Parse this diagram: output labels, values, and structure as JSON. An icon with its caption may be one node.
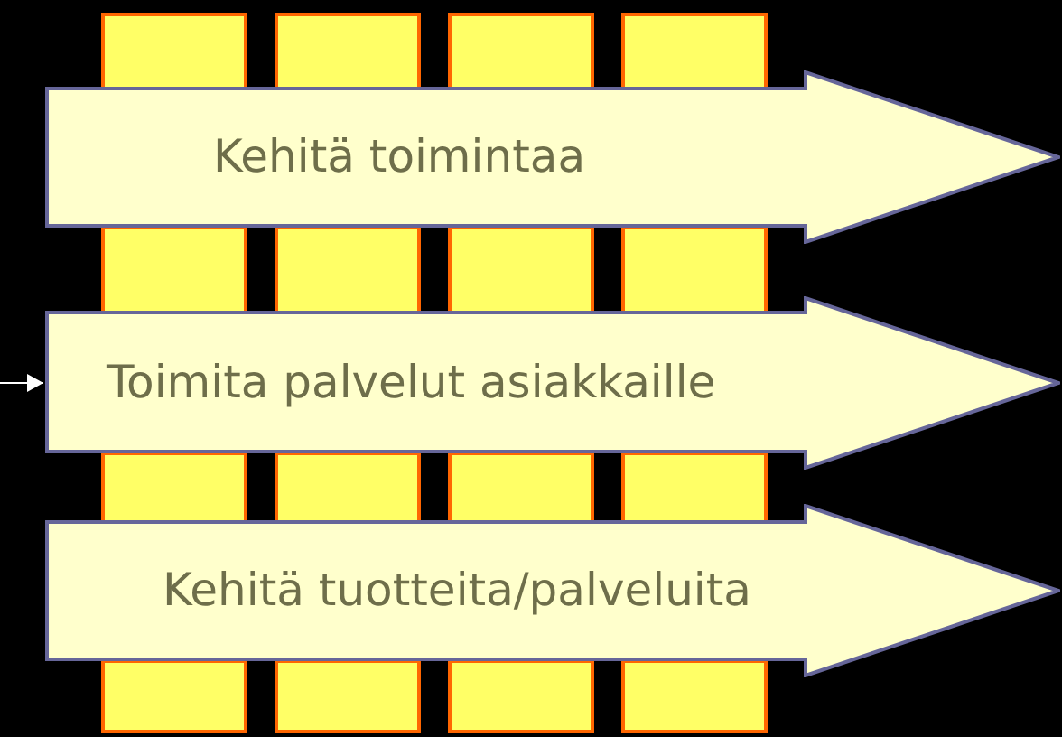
{
  "diagram": {
    "nodes": [
      {
        "text": [
          "Kehitä toimintaa"
        ]
      },
      {
        "text": [
          "Toimita palvelut asiakkaille"
        ]
      },
      {
        "text": [
          "Kehitä tuotteita/palveluita"
        ]
      },
      {
        "text": [],
        "shape": "bar"
      },
      {
        "text": [],
        "shape": "bar"
      },
      {
        "text": [],
        "shape": "bar"
      },
      {
        "text": [],
        "shape": "bar"
      },
      {
        "text": [],
        "shape": "bar"
      },
      {
        "text": [],
        "shape": "bar"
      },
      {
        "text": [],
        "shape": "bar"
      },
      {
        "text": [],
        "shape": "bar"
      },
      {
        "text": [],
        "shape": "bar"
      },
      {
        "text": [],
        "shape": "bar"
      },
      {
        "text": [],
        "shape": "bar"
      },
      {
        "text": [],
        "shape": "bar"
      },
      {
        "text": [],
        "shape": "bar"
      },
      {
        "text": [],
        "shape": "bar"
      },
      {
        "text": [],
        "shape": "bar"
      },
      {
        "text": [],
        "shape": "bar"
      }
    ],
    "edges": [
      {
        "from": null,
        "to": 1,
        "arrow": "to"
      }
    ]
  }
}
